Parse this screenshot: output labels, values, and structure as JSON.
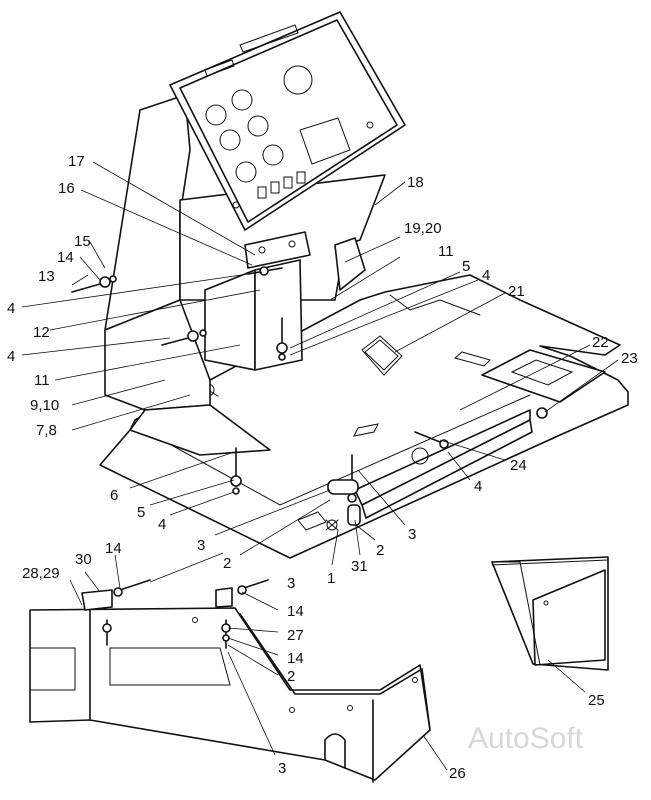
{
  "watermark": "AutoSoft",
  "labels": [
    {
      "id": "l17",
      "text": "17"
    },
    {
      "id": "l16",
      "text": "16"
    },
    {
      "id": "l18",
      "text": "18"
    },
    {
      "id": "l15",
      "text": "15"
    },
    {
      "id": "l14a",
      "text": "14"
    },
    {
      "id": "l13",
      "text": "13"
    },
    {
      "id": "l4a",
      "text": "4"
    },
    {
      "id": "l12",
      "text": "12"
    },
    {
      "id": "l4b",
      "text": "4"
    },
    {
      "id": "l11a",
      "text": "11"
    },
    {
      "id": "l910",
      "text": "9,10"
    },
    {
      "id": "l78",
      "text": "7,8"
    },
    {
      "id": "l1920",
      "text": "19,20"
    },
    {
      "id": "l11b",
      "text": "11"
    },
    {
      "id": "l5a",
      "text": "5"
    },
    {
      "id": "l4c",
      "text": "4"
    },
    {
      "id": "l21",
      "text": "21"
    },
    {
      "id": "l22",
      "text": "22"
    },
    {
      "id": "l23",
      "text": "23"
    },
    {
      "id": "l24",
      "text": "24"
    },
    {
      "id": "l4d",
      "text": "4"
    },
    {
      "id": "l6",
      "text": "6"
    },
    {
      "id": "l5b",
      "text": "5"
    },
    {
      "id": "l4e",
      "text": "4"
    },
    {
      "id": "l3a",
      "text": "3"
    },
    {
      "id": "l3b",
      "text": "3"
    },
    {
      "id": "l2a",
      "text": "2"
    },
    {
      "id": "l2b",
      "text": "2"
    },
    {
      "id": "l1",
      "text": "1"
    },
    {
      "id": "l31",
      "text": "31"
    },
    {
      "id": "l2829",
      "text": "28,29"
    },
    {
      "id": "l30",
      "text": "30"
    },
    {
      "id": "l14b",
      "text": "14"
    },
    {
      "id": "l3c",
      "text": "3"
    },
    {
      "id": "l14c",
      "text": "14"
    },
    {
      "id": "l27",
      "text": "27"
    },
    {
      "id": "l14d",
      "text": "14"
    },
    {
      "id": "l2c",
      "text": "2"
    },
    {
      "id": "l25",
      "text": "25"
    },
    {
      "id": "l3d",
      "text": "3"
    },
    {
      "id": "l26",
      "text": "26"
    }
  ]
}
